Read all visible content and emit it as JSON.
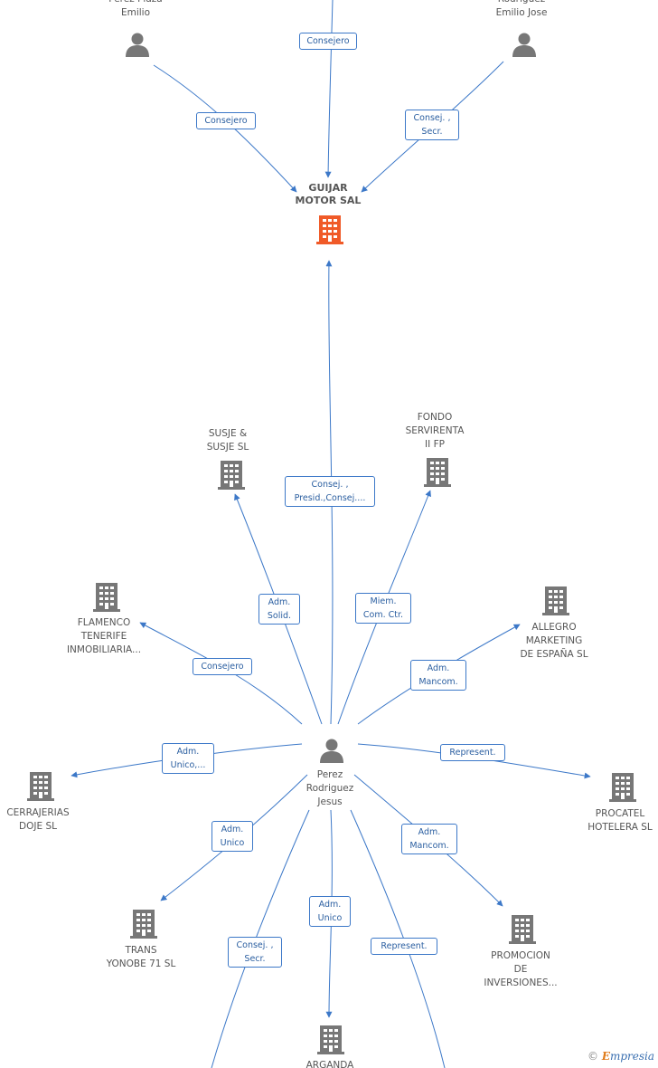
{
  "colors": {
    "edge": "#3c78c8",
    "focus_building": "#f05a28",
    "building": "#777777",
    "person": "#777777",
    "badge_border": "#3c78c8",
    "badge_text": "#2a5ea0"
  },
  "nodes": {
    "perez_plaza": {
      "label": "Perez Plaza\nEmilio",
      "icon": "person-icon"
    },
    "rodriguez_emilio": {
      "label": "Rodriguez\nEmilio Jose",
      "icon": "person-icon"
    },
    "guijar": {
      "label": "GUIJAR\nMOTOR SAL",
      "icon": "building-icon"
    },
    "susje": {
      "label": "SUSJE &\nSUSJE SL",
      "icon": "building-icon"
    },
    "fondo": {
      "label": "FONDO\nSERVIRENTA\nII FP",
      "icon": "building-icon"
    },
    "flamenco": {
      "label": "FLAMENCO\nTENERIFE\nINMOBILIARIA...",
      "icon": "building-icon"
    },
    "allegro": {
      "label": "ALLEGRO\nMARKETING\nDE ESPAÑA SL",
      "icon": "building-icon"
    },
    "perez_rodriguez": {
      "label": "Perez\nRodriguez\nJesus",
      "icon": "person-icon"
    },
    "cerrajerias": {
      "label": "CERRAJERIAS\nDOJE SL",
      "icon": "building-icon"
    },
    "procatel": {
      "label": "PROCATEL\nHOTELERA SL",
      "icon": "building-icon"
    },
    "trans": {
      "label": "TRANS\nYONOBE 71 SL",
      "icon": "building-icon"
    },
    "promocion": {
      "label": "PROMOCION\nDE\nINVERSIONES...",
      "icon": "building-icon"
    },
    "arganda": {
      "label": "ARGANDA",
      "icon": "building-icon"
    }
  },
  "edges": {
    "top": {
      "label": "Consejero"
    },
    "perez_plaza": {
      "label": "Consejero"
    },
    "rodriguez_emilio": {
      "label": "Consej. ,\nSecr."
    },
    "guijar": {
      "label": "Consej. ,\nPresid.,Consej...."
    },
    "susje": {
      "label": "Adm.\nSolid."
    },
    "fondo": {
      "label": "Miem.\nCom. Ctr."
    },
    "flamenco": {
      "label": "Consejero"
    },
    "allegro": {
      "label": "Adm.\nMancom."
    },
    "cerrajerias": {
      "label": "Adm.\nUnico,..."
    },
    "procatel": {
      "label": "Represent."
    },
    "trans": {
      "label": "Adm.\nUnico"
    },
    "promocion": {
      "label": "Adm.\nMancom."
    },
    "arganda": {
      "label": "Adm.\nUnico"
    },
    "bottom_left": {
      "label": "Consej. ,\nSecr."
    },
    "bottom_right": {
      "label": "Represent."
    }
  },
  "brand": {
    "copyright": "©",
    "e": "E",
    "rest": "mpresia"
  }
}
